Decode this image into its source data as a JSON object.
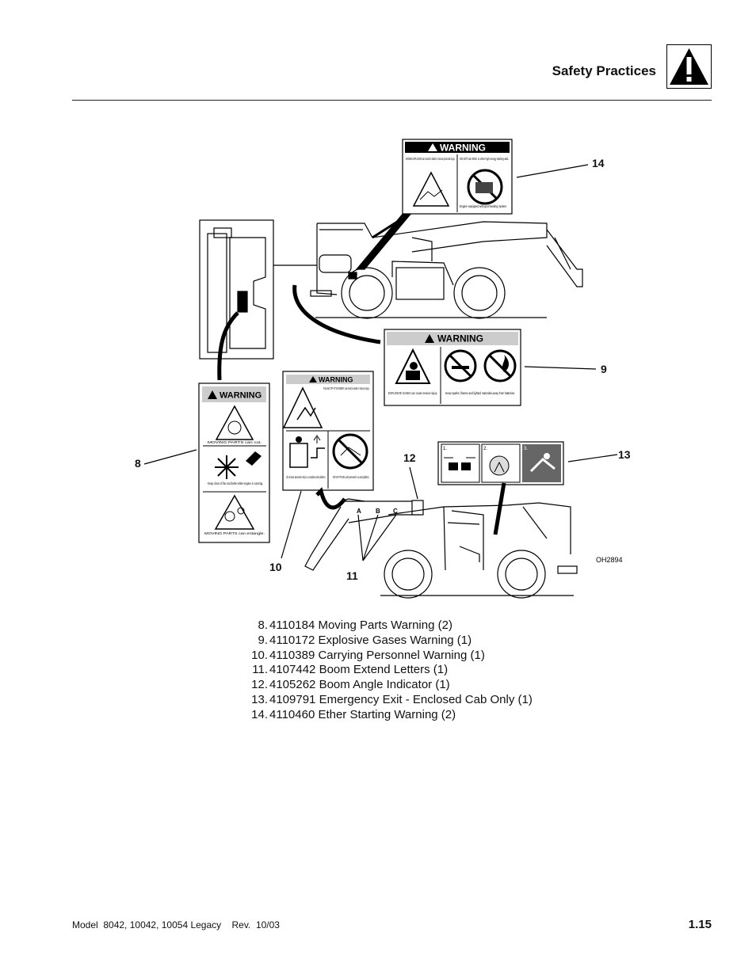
{
  "header": {
    "title": "Safety Practices",
    "icon": "warning-triangle-icon"
  },
  "figure": {
    "code": "OH2894",
    "callouts": [
      "8",
      "9",
      "10",
      "11",
      "12",
      "13",
      "14"
    ],
    "decal_14": {
      "heading": "WARNING",
      "left_text": "ENGINE EXPLOSION can result in death or serious personal injury.",
      "right_text": "DO NOT use Ether or other high energy starting aids.",
      "bottom_text": "Engine equipped with grid heating system."
    },
    "decal_9": {
      "heading": "WARNING",
      "left_text": "EXPLOSIVE GASES can cause serious injury.",
      "right_text": "Keep sparks, flames and lighted materials away from batteries."
    },
    "decal_8": {
      "heading": "WARNING",
      "panel1": "MOVING PARTS can cut.",
      "panel2": "Keep clear of fan and belts while engine is running.",
      "panel3": "MOVING PARTS can entangle."
    },
    "decal_10": {
      "heading": "WARNING",
      "top_text": "FALLING OFF ATTACHMENT can result in death or serious injury.",
      "left_text": "Lift or lower personnel only in a compliant work platform.",
      "right_text": "DO NOT TRAVEL with personnel in a work platform."
    },
    "decal_13": {
      "steps": [
        "1.",
        "2.",
        "3."
      ]
    },
    "boom_letters": [
      "A",
      "B",
      "C"
    ]
  },
  "legend": [
    {
      "num": "8.",
      "text": "4110184 Moving Parts Warning (2)"
    },
    {
      "num": "9.",
      "text": "4110172 Explosive Gases Warning (1)"
    },
    {
      "num": "10.",
      "text": "4110389 Carrying Personnel Warning (1)"
    },
    {
      "num": "11.",
      "text": "4107442 Boom Extend Letters (1)"
    },
    {
      "num": "12.",
      "text": "4105262 Boom Angle Indicator (1)"
    },
    {
      "num": "13.",
      "text": "4109791 Emergency Exit - Enclosed Cab Only (1)"
    },
    {
      "num": "14.",
      "text": "4110460 Ether Starting Warning (2)"
    }
  ],
  "footer": {
    "left": "Model  8042, 10042, 10054 Legacy    Rev.  10/03",
    "page": "1.15"
  }
}
